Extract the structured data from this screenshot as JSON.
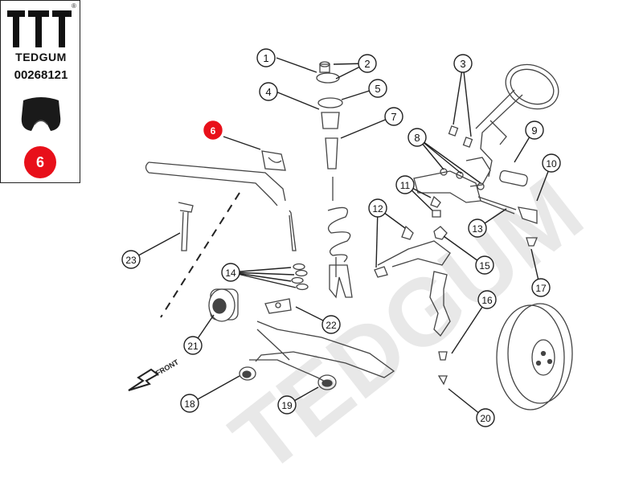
{
  "sidebar": {
    "brand": "TEDGUM",
    "registered": "®",
    "part_number": "00268121",
    "badge": "6",
    "badge_color": "#e8101a"
  },
  "diagram": {
    "watermark": "TEDGUM",
    "front_label": "FRONT",
    "highlight_color": "#e8101a",
    "callouts": [
      "1",
      "2",
      "3",
      "4",
      "5",
      "6",
      "7",
      "8",
      "9",
      "10",
      "11",
      "12",
      "13",
      "14",
      "15",
      "16",
      "17",
      "18",
      "19",
      "20",
      "21",
      "22",
      "23"
    ],
    "highlighted_callout": "6"
  }
}
